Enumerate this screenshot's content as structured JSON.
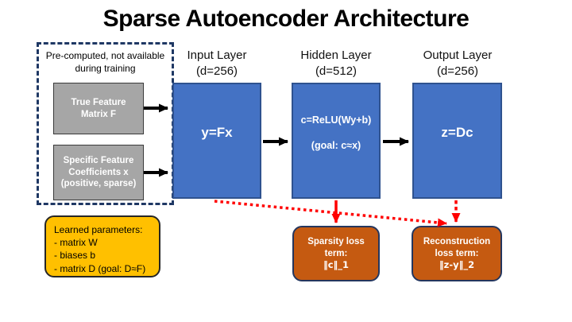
{
  "title": "Sparse Autoencoder Architecture",
  "precomputed": {
    "note": "Pre-computed, not available during training",
    "true_feature_box": "True Feature Matrix F",
    "coefficients_box": "Specific Feature Coefficients x (positive, sparse)"
  },
  "layers": [
    {
      "name": "Input Layer",
      "dim": "(d=256)",
      "formula": "y=Fx",
      "goal": ""
    },
    {
      "name": "Hidden Layer",
      "dim": "(d=512)",
      "formula": "c=ReLU(Wy+b)",
      "goal": "(goal: c≈x)"
    },
    {
      "name": "Output Layer",
      "dim": "(d=256)",
      "formula": "z=Dc",
      "goal": ""
    }
  ],
  "learned_parameters": {
    "lines": [
      "Learned parameters:",
      "- matrix W",
      "- biases b",
      "- matrix D (goal: D≈F)"
    ]
  },
  "losses": [
    {
      "label": "Sparsity loss term:",
      "formula": "‖c‖_1"
    },
    {
      "label": "Reconstruction loss term:",
      "formula": "‖z-y‖_2"
    }
  ],
  "colors": {
    "layer_blue": "#4472C4",
    "layer_border": "#2F528F",
    "gray_box": "#A6A6A6",
    "learned_yellow": "#FFC000",
    "loss_orange": "#C55A11",
    "dashed_border_navy": "#1F3864",
    "arrow_black": "#000000",
    "arrow_red": "#FF0000"
  }
}
